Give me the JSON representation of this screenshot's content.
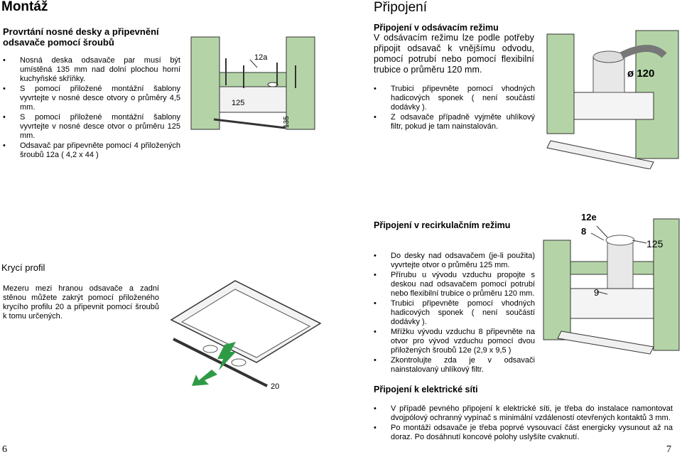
{
  "left": {
    "title": "Montáž",
    "mount": {
      "heading": "Provrtání nosné desky a připevnění odsavače pomocí šroubů",
      "bullets": [
        "Nosná deska odsavače par musí být umístěná 135 mm nad dolní plochou horní kuchyňské skříňky.",
        "S pomocí přiložené montážní šablony vyvrtejte v nosné desce otvory o průměry 4,5 mm.",
        "S pomocí přiložené montážní šablony vyvrtejte v nosné desce otvor o průměru 125 mm.",
        "Odsavač par připevněte pomocí 4 přiložených šroubů 12a ( 4,2 x 44 )"
      ],
      "figure_labels": {
        "screw": "12a",
        "hole": "125",
        "height": "135"
      }
    },
    "cover": {
      "heading": "Krycí profil",
      "text": "Mezeru mezi hranou odsavače a zadní stěnou můžete zakrýt pomocí přiloženého krycího profilu 20 a připevnit pomocí šroubů k tomu určených.",
      "figure_label": "20"
    },
    "page_number": "6"
  },
  "right": {
    "title": "Připojení",
    "exhaust": {
      "heading": "Připojení v odsávacím režimu",
      "intro": "V odsávacím režimu lze podle potřeby připojit odsavač k vnějšímu odvodu, pomocí potrubí nebo pomocí flexibilní trubice o průměru 120 mm.",
      "bullets": [
        "Trubici připevněte pomocí vhodných hadicových sponek ( není součástí dodávky ).",
        "Z odsavače případně vyjměte uhlíkový filtr, pokud je tam nainstalován."
      ],
      "figure_label": "ø 120"
    },
    "recirc": {
      "heading": "Připojení v recirkulačním režimu",
      "bullets": [
        "Do desky nad odsavačem (je-li použita) vyvrtejte otvor o průměru 125 mm.",
        "Přírubu u vývodu vzduchu propojte s deskou nad odsavačem pomocí potrubí nebo flexibilní trubice o průměru 120 mm.",
        "Trubici připevněte pomocí vhodných hadicových sponek ( není součástí dodávky ).",
        "Mřížku vývodu vzduchu 8 připevněte na otvor pro vývod vzduchu pomocí dvou přiložených šroubů 12e (2,9 x 9,5 )",
        "Zkontrolujte zda je v odsavači nainstalovaný uhlíkový filtr."
      ],
      "figure_labels": {
        "screw": "12e",
        "grille": "8",
        "diameter": "125",
        "part": "9"
      }
    },
    "electric": {
      "heading": "Připojení k elektrické síti",
      "bullets": [
        "V případě pevného připojení k elektrické síti, je třeba do instalace namontovat dvojpólový ochranný vypínač s minimální vzdáleností otevřených kontaktů 3 mm.",
        "Po montáži odsavače je třeba poprvé vysouvací část energicky vysunout až na doraz. Po dosáhnutí koncové polohy uslyšíte cvaknutí."
      ]
    },
    "page_number": "7"
  },
  "colors": {
    "wall_green": "#b4d4a8",
    "arrow_green": "#2f9a46",
    "line": "#333333"
  }
}
